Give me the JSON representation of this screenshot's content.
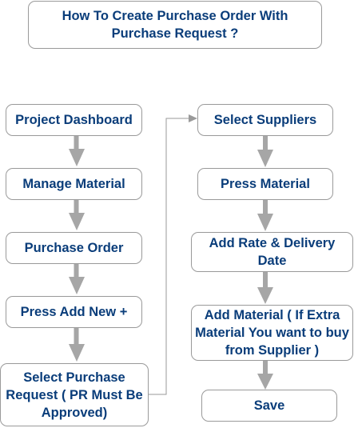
{
  "title": "How To Create Purchase Order With Purchase Request ?",
  "left_column": [
    {
      "label": "Project Dashboard"
    },
    {
      "label": "Manage Material"
    },
    {
      "label": "Purchase Order"
    },
    {
      "label": "Press Add New +"
    },
    {
      "label": "Select Purchase Request ( PR Must Be Approved)"
    }
  ],
  "right_column": [
    {
      "label": "Select Suppliers"
    },
    {
      "label": "Press Material"
    },
    {
      "label": "Add Rate & Delivery Date"
    },
    {
      "label": "Add Material ( If Extra Material You want to buy from Supplier )"
    },
    {
      "label": "Save"
    }
  ],
  "colors": {
    "text": "#0a3d7a",
    "border": "#9a9a9a",
    "arrow": "#a6a6a6"
  }
}
